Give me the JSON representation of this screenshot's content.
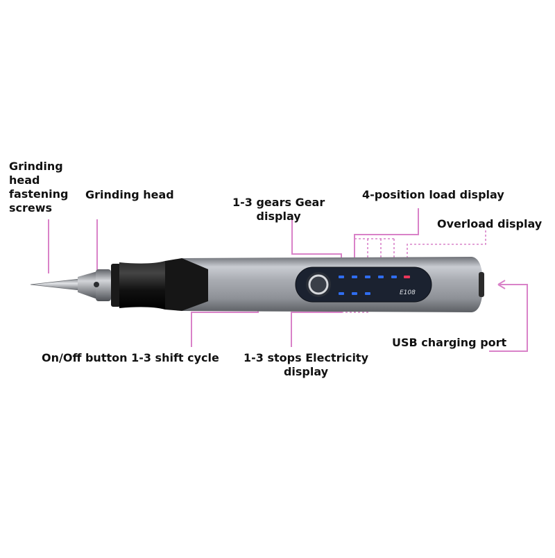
{
  "labels": {
    "grinding_head_screws": "Grinding\nhead\nfastening\nscrews",
    "grinding_head": "Grinding head",
    "gear_display": "1-3 gears Gear\ndisplay",
    "load_display": "4-position load display",
    "overload_display": "Overload display",
    "usb_port": "USB charging port",
    "onoff_button": "On/Off button 1-3 shift cycle",
    "electricity_display": "1-3 stops Electricity\ndisplay"
  },
  "device": {
    "model": "E108"
  },
  "colors": {
    "callout": "#d982c8",
    "led_blue": "#2f6df0",
    "led_red": "#e8365a",
    "body_silver": "#a7aab0",
    "grip_black": "#141414",
    "panel": "#1b2230"
  }
}
